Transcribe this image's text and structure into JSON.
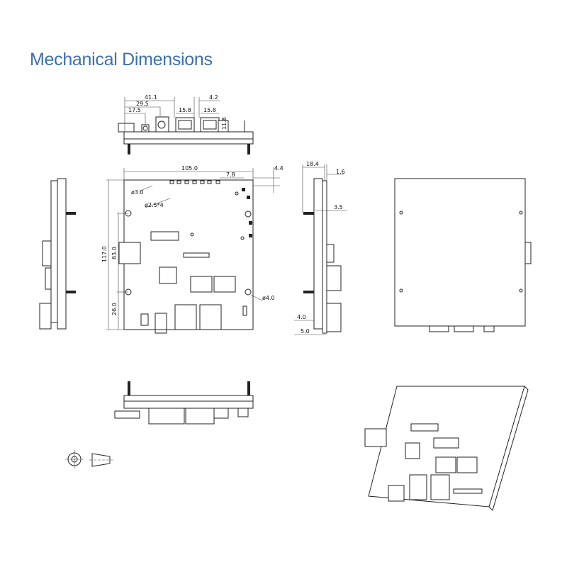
{
  "title": "Mechanical Dimensions",
  "top_view": {
    "dims": [
      "41.1",
      "29.5",
      "17.5",
      "15.8",
      "15.8",
      "4.2",
      "11.8"
    ]
  },
  "front_view": {
    "width": "105.0",
    "offset_78": "7.8",
    "offset_44": "4.4",
    "height": "117.0",
    "hole_span": "63.0",
    "bottom": "26.0",
    "hole_30": "ø3.0",
    "hole_25": "ø2.5*4",
    "hole_40": "ø4.0"
  },
  "side_view": {
    "depth": "18.4",
    "pcb": "1.6",
    "standoff": "3.5",
    "d40": "4.0",
    "d50": "5.0"
  },
  "colors": {
    "title": "#3d6fb3",
    "line": "#222222"
  }
}
